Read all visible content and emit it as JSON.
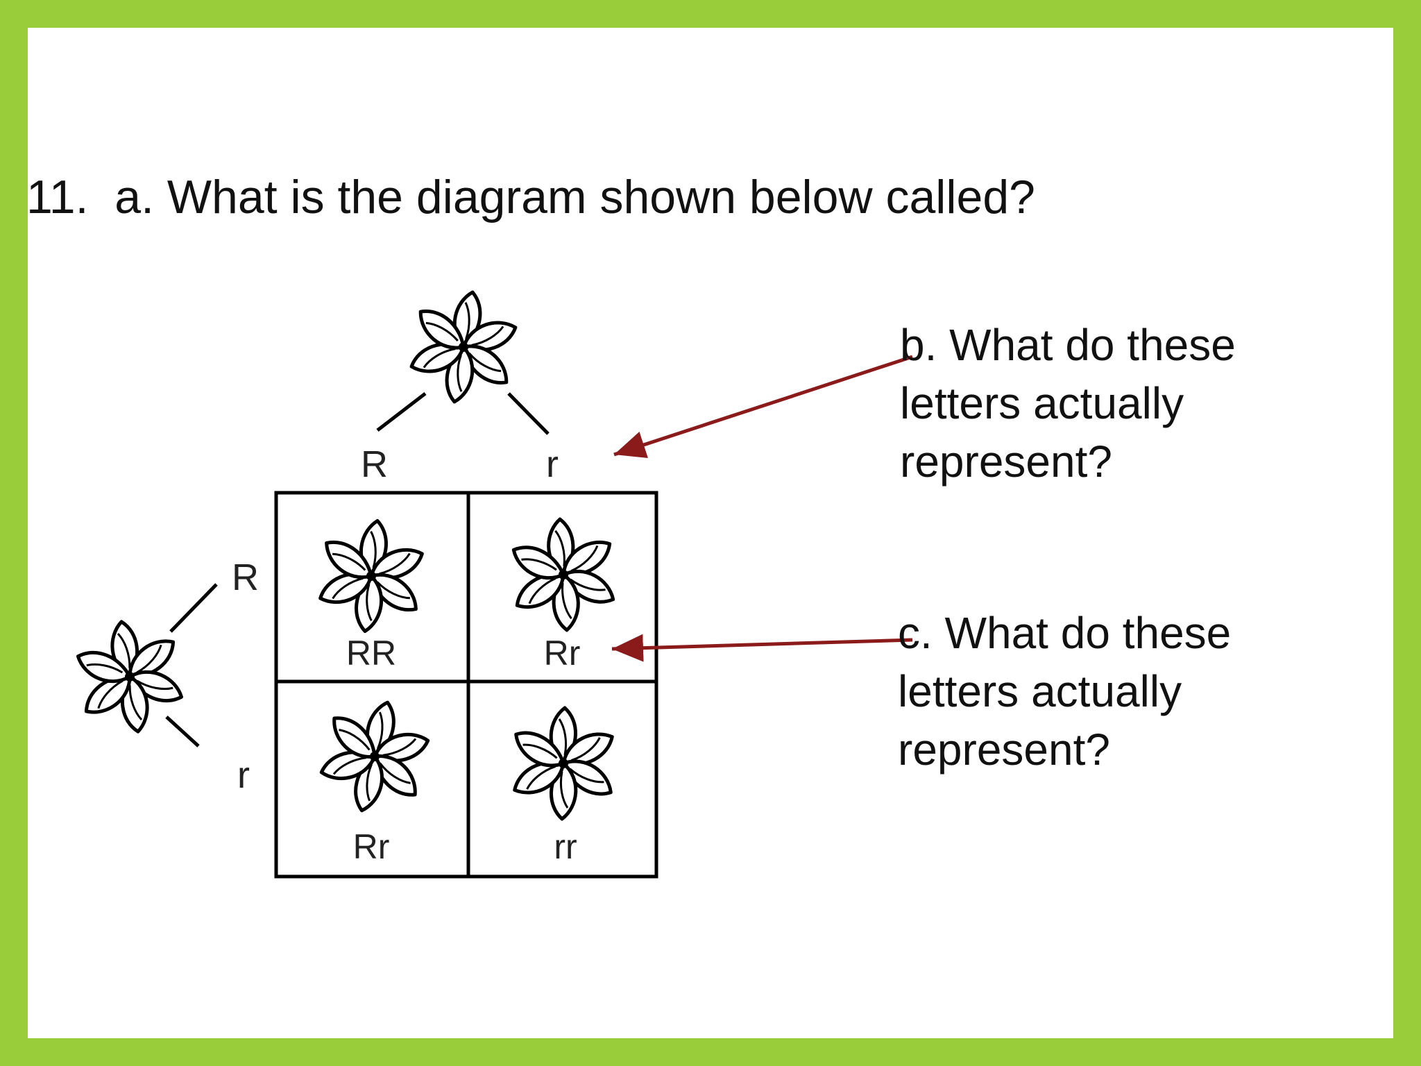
{
  "question_a": "11.  a. What is the diagram shown below called?",
  "question_b": {
    "lines": [
      "b. What do these",
      "letters actually",
      "represent?"
    ]
  },
  "question_c": {
    "lines": [
      "c. What do these",
      "letters actually",
      "represent?"
    ]
  },
  "punnett": {
    "top_alleles": [
      "R",
      "r"
    ],
    "side_alleles": [
      "R",
      "r"
    ],
    "cells": [
      {
        "genotype": "RR",
        "icon": "flower-icon"
      },
      {
        "genotype": "Rr",
        "icon": "flower-icon"
      },
      {
        "genotype": "Rr",
        "icon": "flower-icon"
      },
      {
        "genotype": "rr",
        "icon": "flower-icon"
      }
    ]
  },
  "colors": {
    "frame": "#9ACD3A",
    "arrow": "#8B1A1A"
  }
}
